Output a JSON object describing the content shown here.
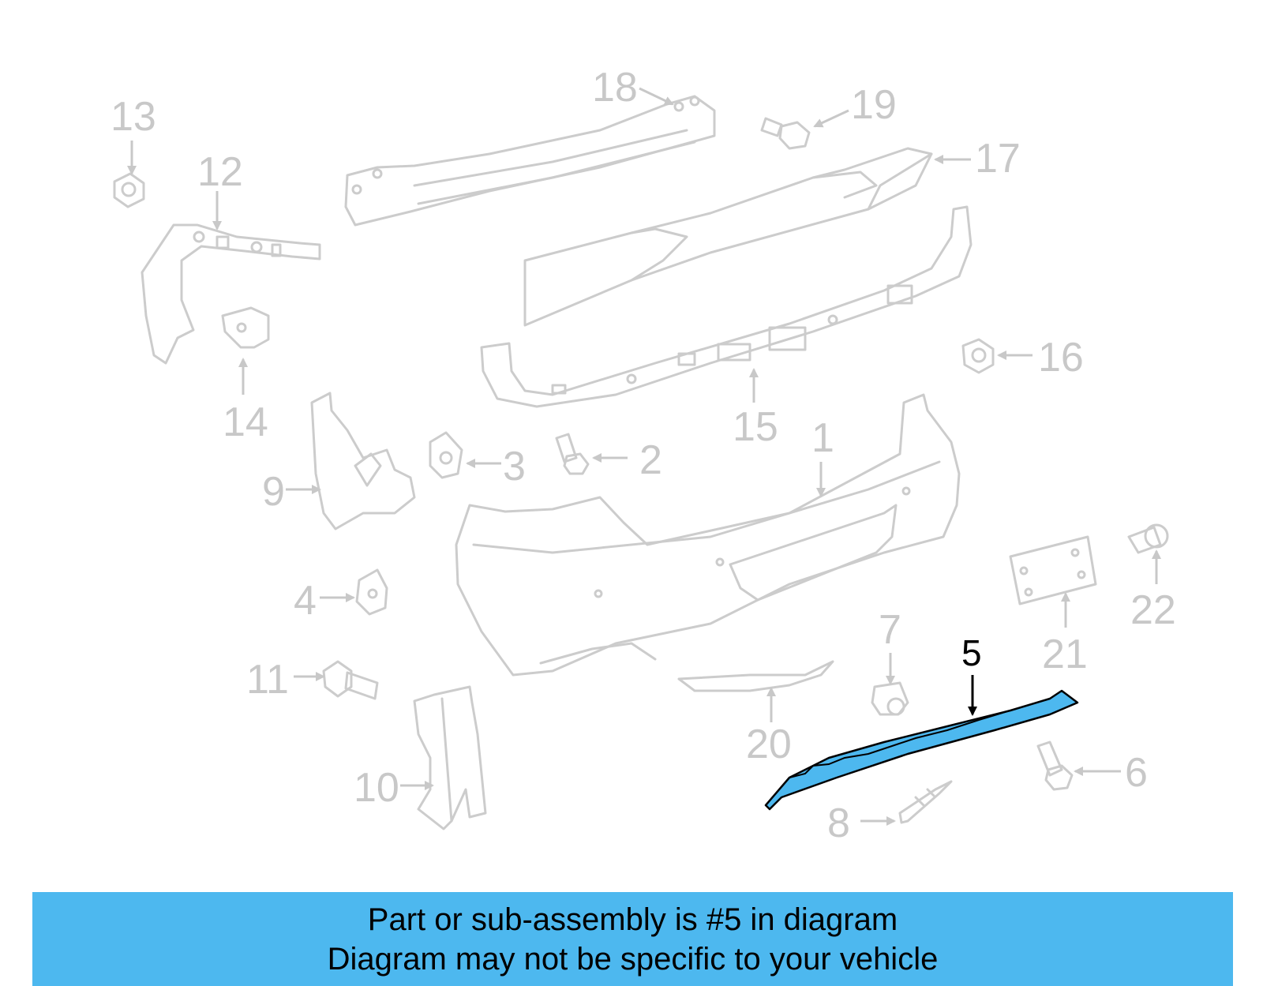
{
  "diagram": {
    "highlight_color": "#4db8ef",
    "part_color": "#cccccc",
    "callouts": [
      {
        "id": "1",
        "label": "1"
      },
      {
        "id": "2",
        "label": "2"
      },
      {
        "id": "3",
        "label": "3"
      },
      {
        "id": "4",
        "label": "4"
      },
      {
        "id": "5",
        "label": "5"
      },
      {
        "id": "6",
        "label": "6"
      },
      {
        "id": "7",
        "label": "7"
      },
      {
        "id": "8",
        "label": "8"
      },
      {
        "id": "9",
        "label": "9"
      },
      {
        "id": "10",
        "label": "10"
      },
      {
        "id": "11",
        "label": "11"
      },
      {
        "id": "12",
        "label": "12"
      },
      {
        "id": "13",
        "label": "13"
      },
      {
        "id": "14",
        "label": "14"
      },
      {
        "id": "15",
        "label": "15"
      },
      {
        "id": "16",
        "label": "16"
      },
      {
        "id": "17",
        "label": "17"
      },
      {
        "id": "18",
        "label": "18"
      },
      {
        "id": "19",
        "label": "19"
      },
      {
        "id": "20",
        "label": "20"
      },
      {
        "id": "21",
        "label": "21"
      },
      {
        "id": "22",
        "label": "22"
      }
    ],
    "highlighted_part": "5"
  },
  "banner": {
    "line1": "Part or sub-assembly is #5 in diagram",
    "line2": "Diagram may not be specific to your vehicle",
    "background": "#4db8ef"
  }
}
